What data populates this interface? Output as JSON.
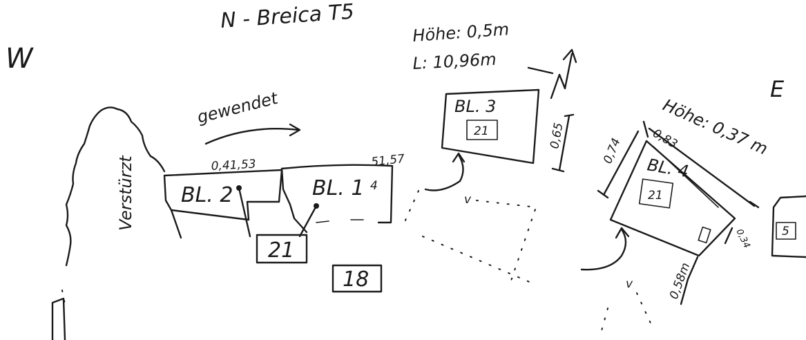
{
  "header": {
    "title": "N - Breica T5",
    "height_note": "Höhe: 0,5m",
    "length_note": "L: 10,96m"
  },
  "compass": {
    "west": "W",
    "east": "E",
    "north": "N"
  },
  "labels": {
    "direction": "gewendet",
    "side_note": "Verstürzt",
    "e_height_note": "Höhe: 0,37 m"
  },
  "blocks": {
    "bl1": {
      "label": "BL. 1",
      "mark": "4"
    },
    "bl2": {
      "label": "BL. 2"
    },
    "bl3": {
      "label": "BL. 3",
      "code": "21"
    },
    "bl4": {
      "label": "BL. 4",
      "code": "21"
    },
    "bl5": {
      "code": "5"
    }
  },
  "boxes": {
    "box_21_lower": "21",
    "box_18": "18"
  },
  "measurements": {
    "bl2_top": "0,41,53",
    "bl1_corner": "51,57",
    "bl3_side": "0,65",
    "bl4_top": "0,83",
    "bl4_left": "0,74",
    "bl4_right": "0,34",
    "bl4_bottom": "0,58m"
  }
}
